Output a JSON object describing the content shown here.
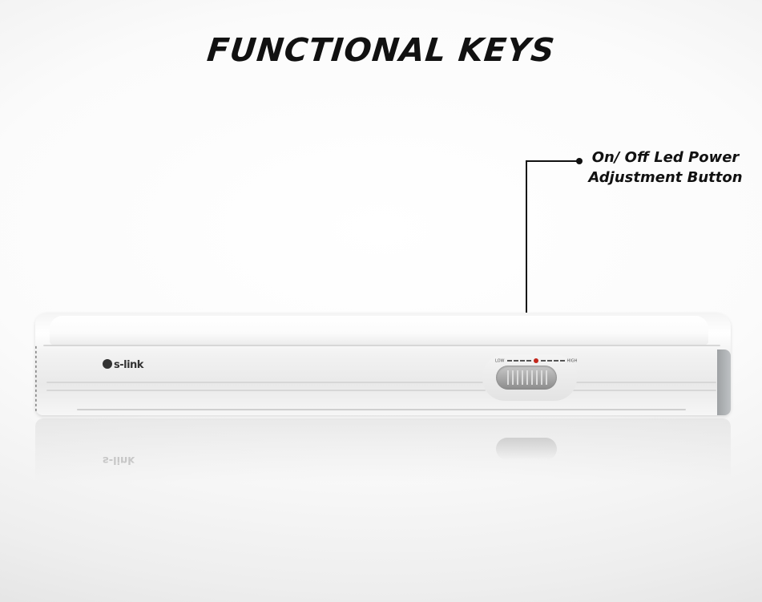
{
  "title": "FUNCTIONAL KEYS",
  "callout": {
    "line1": "On/ Off Led Power",
    "line2": "Adjustment Button"
  },
  "product": {
    "brand": "s-link",
    "indicator_low": "LOW",
    "indicator_high": "HIGH",
    "body_color": "#f2f2f2",
    "switch_color": "#9c9c9c",
    "led_color": "#c2261b",
    "end_cap_color": "#aeb1b4"
  }
}
